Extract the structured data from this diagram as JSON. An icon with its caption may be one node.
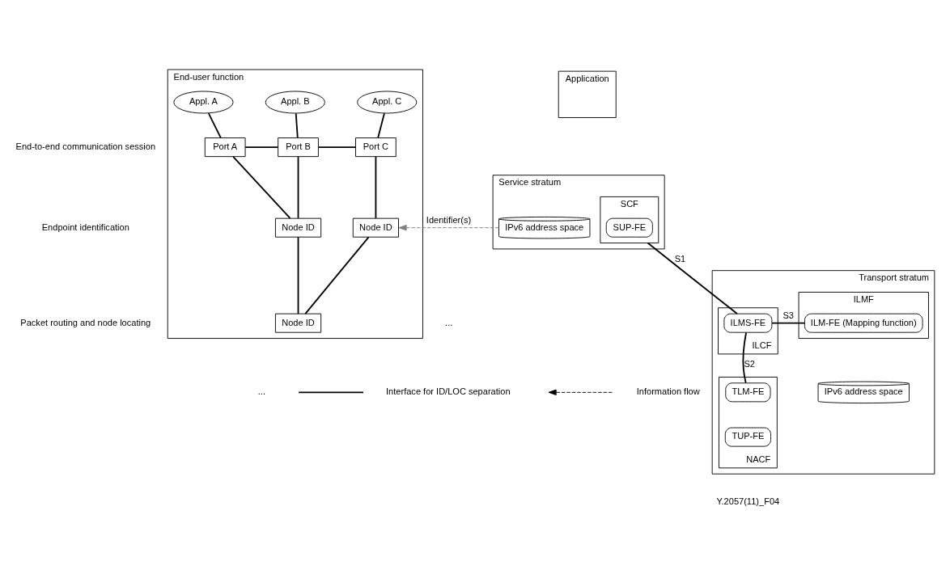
{
  "diagram": {
    "nodes": [
      {
        "text": [
          "End-user function"
        ]
      },
      {
        "text": [
          "Appl. A"
        ],
        "in": 0
      },
      {
        "text": [
          "Appl. B"
        ],
        "in": 0
      },
      {
        "text": [
          "Appl. C"
        ],
        "in": 0
      },
      {
        "text": [
          "Port A"
        ],
        "in": 0
      },
      {
        "text": [
          "Port B"
        ],
        "in": 0
      },
      {
        "text": [
          "Port C"
        ],
        "in": 0
      },
      {
        "text": [
          "Node ID"
        ],
        "in": 0
      },
      {
        "text": [
          "Node ID"
        ],
        "in": 0
      },
      {
        "text": [
          "Node ID"
        ],
        "in": 0
      },
      {
        "text": [
          "Application"
        ]
      },
      {
        "text": [
          "Service stratum"
        ]
      },
      {
        "text": [
          "IPv6 address space"
        ],
        "in": 11
      },
      {
        "text": [
          "SCF"
        ],
        "in": 11
      },
      {
        "text": [
          "SUP-FE"
        ],
        "in": 13
      },
      {
        "text": [
          "Transport stratum"
        ]
      },
      {
        "text": [
          "ILMF"
        ],
        "in": 15
      },
      {
        "text": [
          "ILM-FE (Mapping function)"
        ],
        "in": 16
      },
      {
        "text": [
          "ILCF"
        ],
        "in": 15
      },
      {
        "text": [
          "ILMS-FE"
        ],
        "in": 18
      },
      {
        "text": [
          "NACF"
        ],
        "in": 15
      },
      {
        "text": [
          "TLM-FE"
        ],
        "in": 20
      },
      {
        "text": [
          "TUP-FE"
        ],
        "in": 20
      },
      {
        "text": [
          "IPv6 address space"
        ],
        "in": 15
      }
    ],
    "edges": [
      {
        "from": 1,
        "to": 4,
        "arrow": "none"
      },
      {
        "from": 2,
        "to": 5,
        "arrow": "none"
      },
      {
        "from": 3,
        "to": 6,
        "arrow": "none"
      },
      {
        "from": 4,
        "to": 5,
        "arrow": "none"
      },
      {
        "from": 5,
        "to": 6,
        "arrow": "none"
      },
      {
        "from": 4,
        "to": 7,
        "arrow": "none"
      },
      {
        "from": 5,
        "to": 7,
        "arrow": "none"
      },
      {
        "from": 6,
        "to": 8,
        "arrow": "none"
      },
      {
        "from": 7,
        "to": 9,
        "arrow": "none"
      },
      {
        "from": 8,
        "to": 9,
        "arrow": "none"
      },
      {
        "from": 12,
        "to": 8,
        "arrow": "to",
        "label": "Identifier(s)",
        "style": "dashed",
        "color": "#808080"
      },
      {
        "from": 13,
        "to": 19,
        "arrow": "none",
        "label": "S1"
      },
      {
        "from": 17,
        "to": 19,
        "arrow": "none",
        "label": "S3"
      },
      {
        "from": 19,
        "to": 21,
        "arrow": "none",
        "label": "S2"
      }
    ],
    "labels": [
      "End-to-end communication session",
      "Endpoint identification",
      "Packet routing and node locating",
      "...",
      "...",
      "Y.2057(11)_F04"
    ],
    "legend": [
      {
        "text": "Interface for ID/LOC separation"
      },
      {
        "text": "Information flow"
      }
    ]
  }
}
